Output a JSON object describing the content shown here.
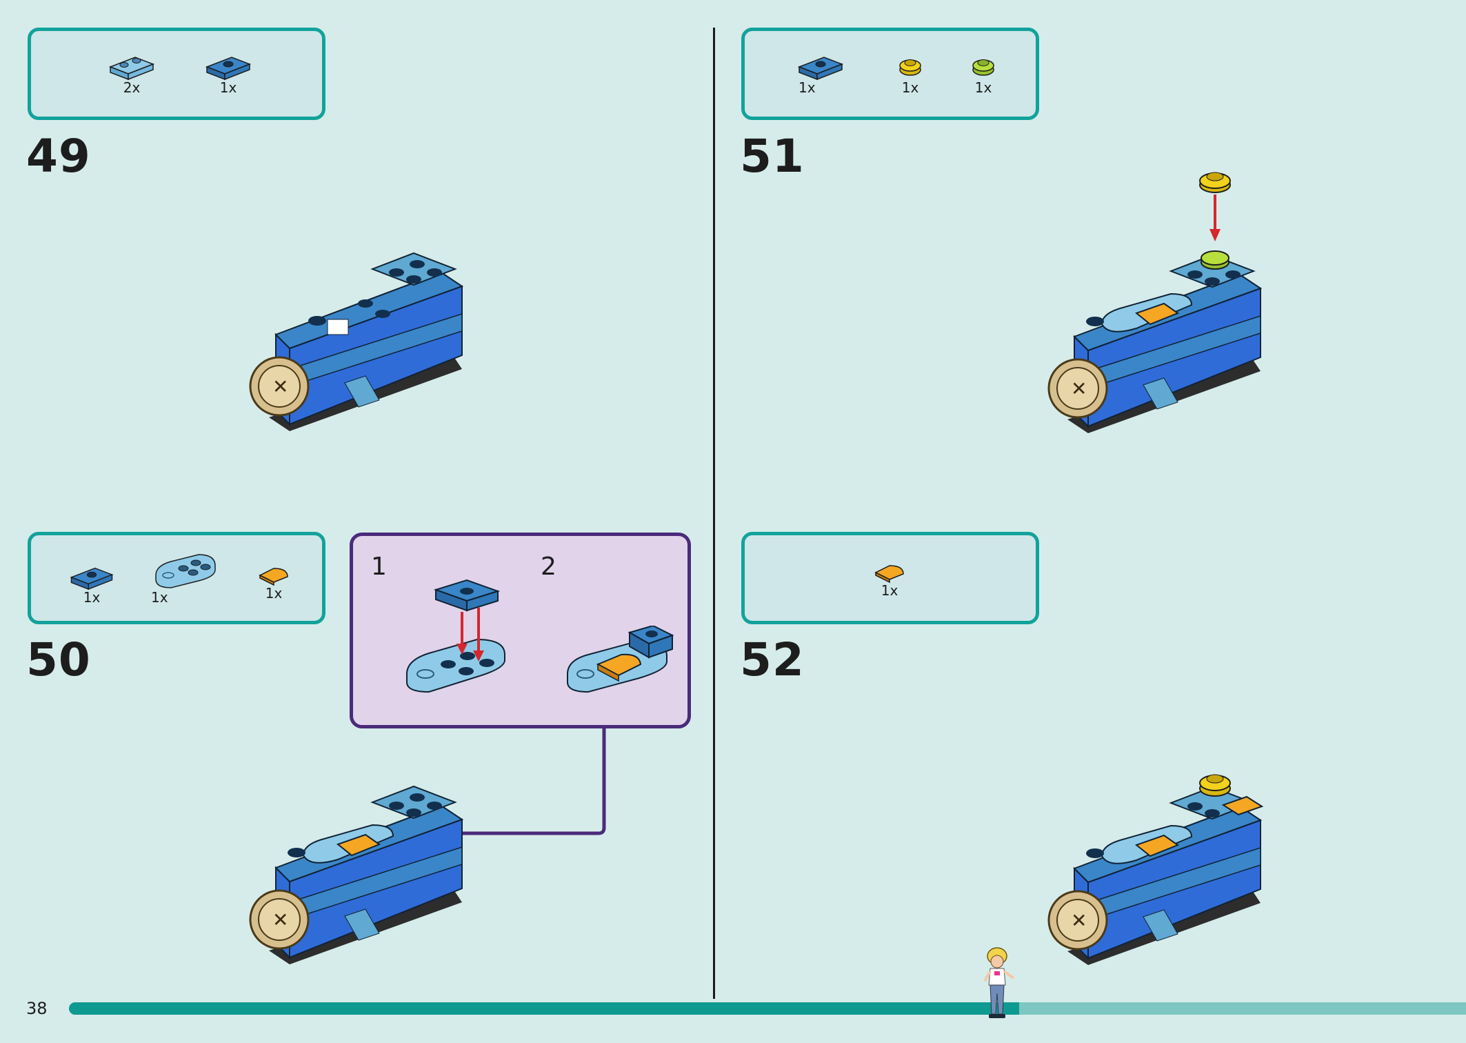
{
  "page": {
    "number": "38",
    "progress": 0.68
  },
  "steps": [
    {
      "id": "49",
      "label": "49",
      "parts": [
        {
          "qty": "2x",
          "icon": "light-blue-plate-1x2-icon"
        },
        {
          "qty": "1x",
          "icon": "blue-jumper-plate-icon"
        }
      ]
    },
    {
      "id": "50",
      "label": "50",
      "parts": [
        {
          "qty": "1x",
          "icon": "blue-jumper-plate-icon"
        },
        {
          "qty": "1x",
          "icon": "light-blue-round-plate-icon"
        },
        {
          "qty": "1x",
          "icon": "orange-wedge-tile-icon"
        }
      ]
    },
    {
      "id": "51",
      "label": "51",
      "parts": [
        {
          "qty": "1x",
          "icon": "blue-jumper-plate-icon"
        },
        {
          "qty": "1x",
          "icon": "yellow-round-plate-icon"
        },
        {
          "qty": "1x",
          "icon": "lime-round-plate-icon"
        }
      ]
    },
    {
      "id": "52",
      "label": "52",
      "parts": [
        {
          "qty": "1x",
          "icon": "orange-wedge-tile-icon"
        }
      ]
    }
  ],
  "subassembly": {
    "sub_steps": [
      "1",
      "2"
    ]
  },
  "colors": {
    "background": "#d6ecea",
    "parts_box_border": "#12a29b",
    "subassembly_border": "#4b2a7a",
    "subassembly_fill": "#e0d3ea",
    "brick_blue": "#2f6cd8",
    "brick_mid_blue": "#3a86c9",
    "brick_light_blue": "#8fcbe8",
    "orange": "#f5a623",
    "yellow": "#f3d21b",
    "lime": "#b7df3d",
    "arrow_red": "#d6262e",
    "progress": "#0f9a91"
  }
}
